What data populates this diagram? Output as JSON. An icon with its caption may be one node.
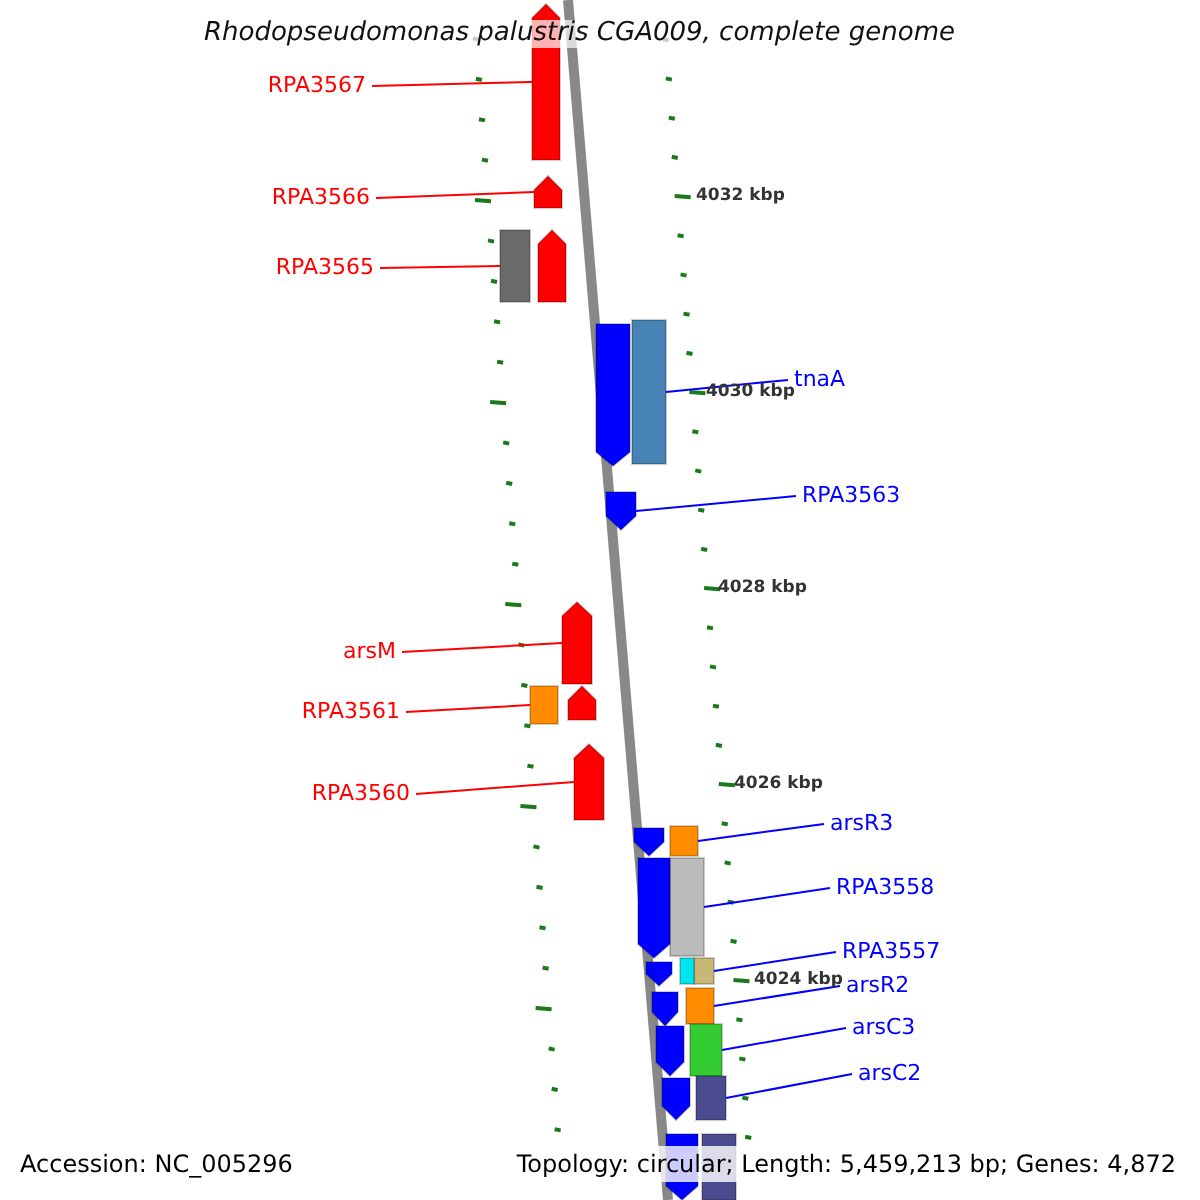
{
  "diagram": {
    "title": "Rhodopseudomonas palustris CGA009, complete genome",
    "nodes": [
      {
        "text": [
          "RPA3567"
        ]
      },
      {
        "text": [
          "RPA3566"
        ]
      },
      {
        "text": [
          "RPA3565"
        ]
      },
      {
        "text": [
          "arsM"
        ]
      },
      {
        "text": [
          "RPA3561"
        ]
      },
      {
        "text": [
          "RPA3560"
        ]
      },
      {
        "text": [
          "tnaA"
        ]
      },
      {
        "text": [
          "RPA3563"
        ]
      },
      {
        "text": [
          "arsR3"
        ]
      },
      {
        "text": [
          "RPA3558"
        ]
      },
      {
        "text": [
          "RPA3557"
        ]
      },
      {
        "text": [
          "arsR2"
        ]
      },
      {
        "text": [
          "arsC3"
        ]
      },
      {
        "text": [
          "arsC2"
        ]
      },
      {
        "text": [],
        "shape": "arrow"
      },
      {
        "text": [],
        "shape": "arrow"
      },
      {
        "text": [],
        "shape": "bar"
      },
      {
        "text": [],
        "shape": "arrow"
      },
      {
        "text": [],
        "shape": "bar"
      },
      {
        "text": [],
        "shape": "arrow"
      },
      {
        "text": [],
        "shape": "bar"
      },
      {
        "text": [],
        "shape": "arrow"
      },
      {
        "text": [],
        "shape": "bar"
      },
      {
        "text": [],
        "shape": "bar"
      },
      {
        "text": [],
        "shape": "bar"
      },
      {
        "text": [],
        "shape": "bar"
      },
      {
        "text": [],
        "shape": "bar"
      },
      {
        "text": [],
        "shape": "bar"
      },
      {
        "text": [],
        "shape": "arrow"
      },
      {
        "text": [],
        "shape": "arrow"
      },
      {
        "text": [],
        "shape": "arrow"
      },
      {
        "text": [],
        "shape": "arrow"
      },
      {
        "text": [],
        "shape": "arrow"
      },
      {
        "text": [],
        "shape": "bar"
      },
      {
        "text": [],
        "shape": "arrow"
      },
      {
        "text": [],
        "shape": "arrow"
      },
      {
        "text": [],
        "shape": "arrow"
      },
      {
        "text": [],
        "shape": "arrow"
      },
      {
        "text": [],
        "shape": "arrow"
      },
      {
        "text": [],
        "shape": "bar"
      }
    ],
    "edges": [
      {
        "from": 0,
        "to": 14,
        "arrow": "none",
        "color": "#ff0000"
      },
      {
        "from": 1,
        "to": 15,
        "arrow": "none",
        "color": "#ff0000"
      },
      {
        "from": 2,
        "to": 16,
        "arrow": "none",
        "color": "#ff0000"
      },
      {
        "from": 3,
        "to": 17,
        "arrow": "none",
        "color": "#ff0000"
      },
      {
        "from": 4,
        "to": 18,
        "arrow": "none",
        "color": "#ff0000"
      },
      {
        "from": 5,
        "to": 19,
        "arrow": "none",
        "color": "#ff0000"
      },
      {
        "from": 6,
        "to": 20,
        "arrow": "none",
        "color": "#0000ff"
      },
      {
        "from": 7,
        "to": 21,
        "arrow": "none",
        "color": "#0000ff"
      },
      {
        "from": 8,
        "to": 22,
        "arrow": "none",
        "color": "#0000ff"
      },
      {
        "from": 9,
        "to": 23,
        "arrow": "none",
        "color": "#0000ff"
      },
      {
        "from": 10,
        "to": 24,
        "arrow": "none",
        "color": "#0000ff"
      },
      {
        "from": 11,
        "to": 25,
        "arrow": "none",
        "color": "#0000ff"
      },
      {
        "from": 12,
        "to": 26,
        "arrow": "none",
        "color": "#0000ff"
      },
      {
        "from": 13,
        "to": 27,
        "arrow": "none",
        "color": "#0000ff"
      }
    ],
    "labels": [
      "4032 kbp",
      "4030 kbp",
      "4028 kbp",
      "4026 kbp",
      "4024 kbp",
      "Accession: NC_005296",
      "Topology: circular; Length: 5,459,213 bp; Genes: 4,872"
    ]
  }
}
